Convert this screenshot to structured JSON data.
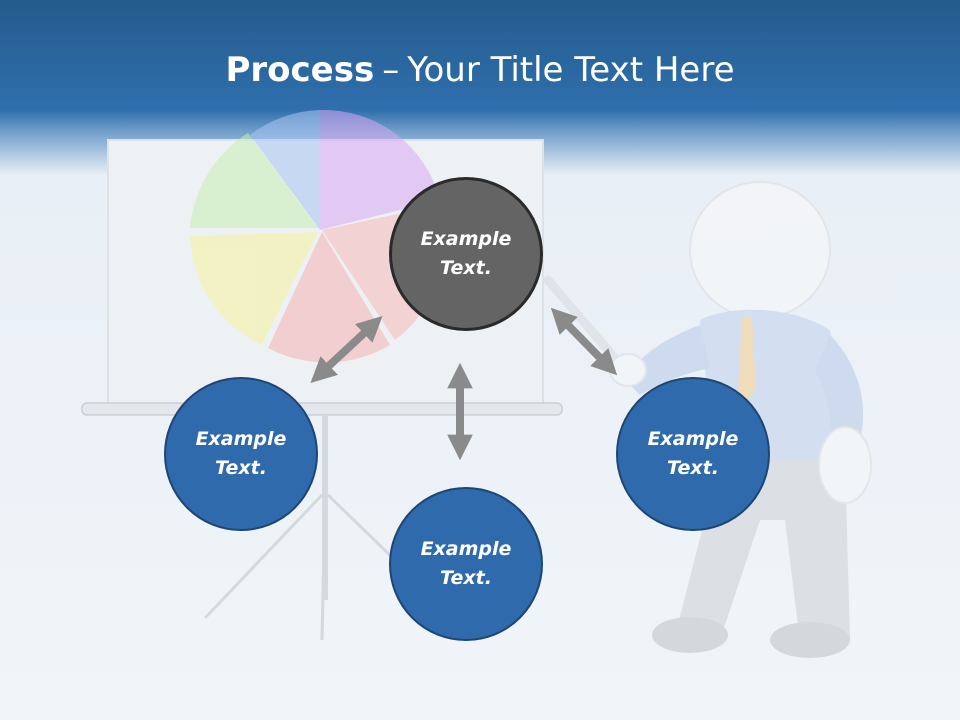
{
  "title": {
    "bold": "Process",
    "separator": "–",
    "rest": "Your Title Text Here"
  },
  "nodes": {
    "center": "Example Text.",
    "left": "Example Text.",
    "bottom": "Example Text.",
    "right": "Example Text."
  },
  "colors": {
    "header": "#2f6fad",
    "node_blue": "#2e6aac",
    "node_dark": "#646464",
    "arrow": "#8a8a8a"
  }
}
